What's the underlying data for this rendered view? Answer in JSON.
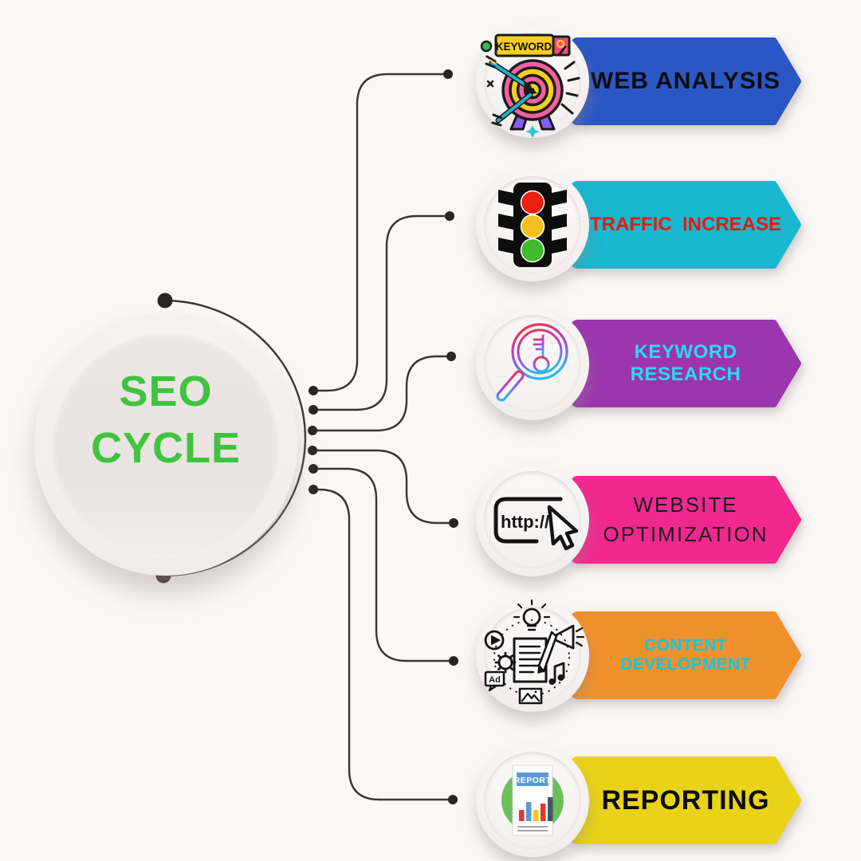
{
  "background_color": "#FBF9F8",
  "center": {
    "title_line1": "SEO",
    "title_line2": "CYCLE",
    "title_color": "#3EC43E"
  },
  "icon_texts": {
    "keyword_badge": "KEYWORD",
    "http_label": "http://",
    "ad_label": "Ad",
    "report_header": "REPORT"
  },
  "items": [
    {
      "label": "WEB ANALYSIS",
      "banner_color": "#2B57C5",
      "text_color": "#0D0D0D",
      "icon": "target-keyword"
    },
    {
      "label": "TRAFFIC  INCREASE",
      "banner_color": "#17B8D0",
      "text_color": "#E8190E",
      "icon": "traffic-light"
    },
    {
      "label": "KEYWORD RESEARCH",
      "banner_color": "#9C36AE",
      "text_color": "#2BD9EE",
      "icon": "magnifier-key"
    },
    {
      "lines": [
        "WEBSITE",
        "OPTIMIZATION"
      ],
      "banner_color": "#F2288F",
      "text_color": "#1C1C1C",
      "icon": "http-cursor"
    },
    {
      "label": "CONTENT DEVELOPMENT",
      "banner_color": "#F0912C",
      "text_color": "#18C5DA",
      "icon": "content-creation"
    },
    {
      "label": "REPORTING",
      "banner_color": "#E9D318",
      "text_color": "#0A0A0A",
      "icon": "report-chart"
    }
  ]
}
